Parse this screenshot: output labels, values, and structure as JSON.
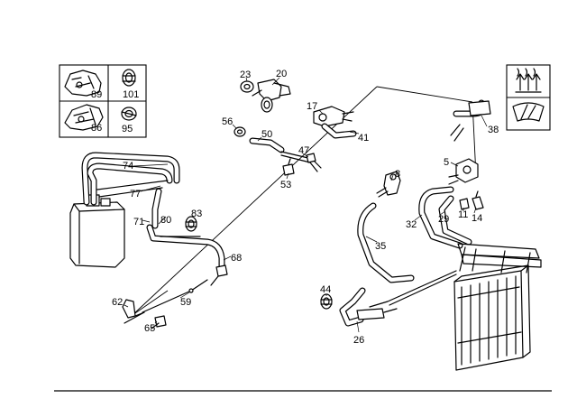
{
  "diagram": {
    "callouts": {
      "c89": "89",
      "c101": "101",
      "c86": "86",
      "c95": "95",
      "c23": "23",
      "c20": "20",
      "c56": "56",
      "c17": "17",
      "c50": "50",
      "c41": "41",
      "c47": "47",
      "c53": "53",
      "c38": "38",
      "c74": "74",
      "c77": "77",
      "c71": "71",
      "c80": "80",
      "c83": "83",
      "c8": "8",
      "c5": "5",
      "c32": "32",
      "c29": "29",
      "c11": "11",
      "c14": "14",
      "c35": "35",
      "c68": "68",
      "c62": "62",
      "c59": "59",
      "c44": "44",
      "c65": "65",
      "c26": "26"
    }
  }
}
